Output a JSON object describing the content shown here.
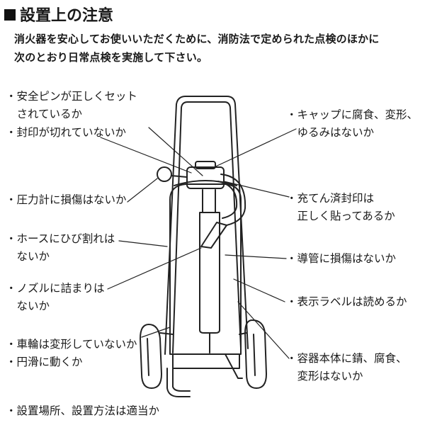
{
  "heading": {
    "title": "設置上の注意"
  },
  "intro": {
    "line1": "消火器を安心してお使いいただくために、消防法で定められた点検のほかに",
    "line2": "次のとおり日常点検を実施して下さい。"
  },
  "checks": {
    "safety_pin": [
      "・安全ピンが正しくセット",
      "　されているか"
    ],
    "seal": [
      "・封印が切れていないか"
    ],
    "gauge": [
      "・圧力計に損傷はないか"
    ],
    "hose": [
      "・ホースにひび割れは",
      "　ないか"
    ],
    "nozzle": [
      "・ノズルに詰まりは",
      "　ないか"
    ],
    "wheel": [
      "・車輪は変形していないか",
      "・円滑に動くか"
    ],
    "location": [
      "・設置場所、設置方法は適当か"
    ],
    "cap": [
      "・キャップに腐食、変形、",
      "　ゆるみはないか"
    ],
    "filled_seal": [
      "・充てん済封印は",
      "　正しく貼ってあるか"
    ],
    "conduit": [
      "・導管に損傷はないか"
    ],
    "label": [
      "・表示ラベルは読めるか"
    ],
    "body": [
      "・容器本体に錆、腐食、",
      "　変形はないか"
    ]
  }
}
